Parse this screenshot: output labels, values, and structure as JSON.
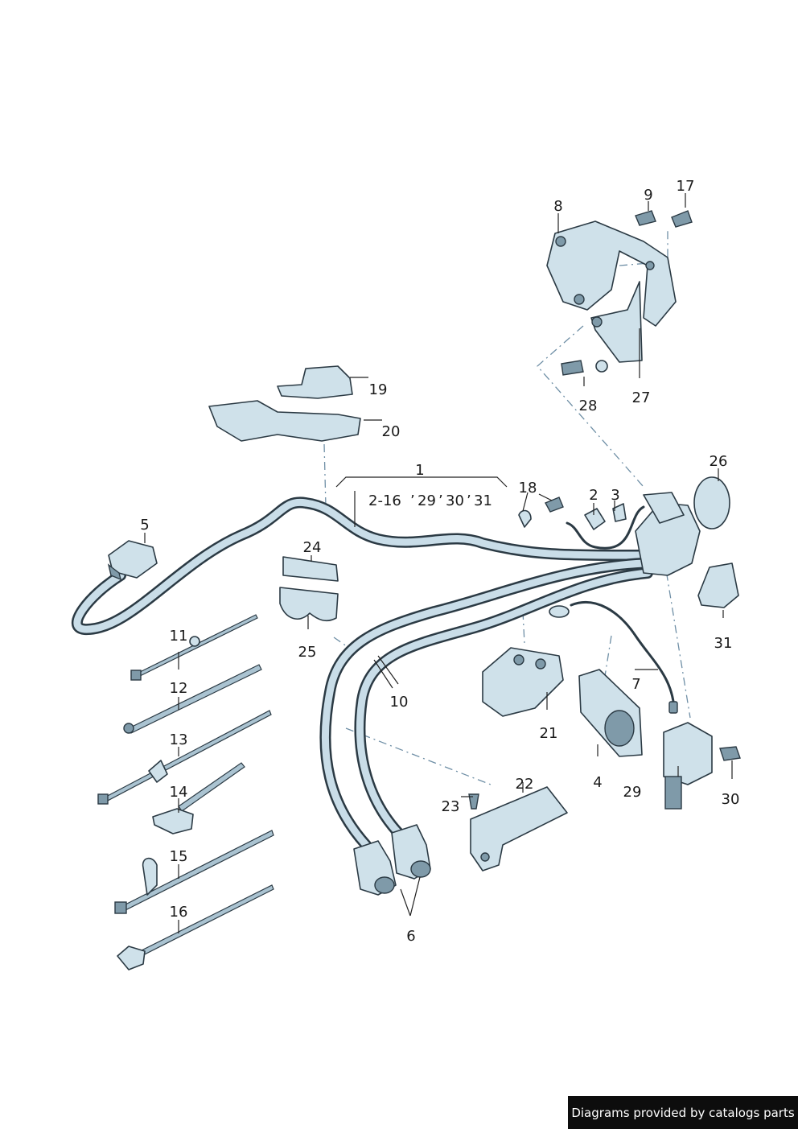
{
  "callouts": {
    "c1": "1",
    "c1_range": "2-16",
    "c1_a": "29",
    "c1_b": "30",
    "c1_c": "31",
    "c2": "2",
    "c3": "3",
    "c4": "4",
    "c5": "5",
    "c6": "6",
    "c7": "7",
    "c8": "8",
    "c9": "9",
    "c10": "10",
    "c11": "11",
    "c12": "12",
    "c13": "13",
    "c14": "14",
    "c15": "15",
    "c16": "16",
    "c17": "17",
    "c18": "18",
    "c19": "19",
    "c20": "20",
    "c21": "21",
    "c22": "22",
    "c23": "23",
    "c24": "24",
    "c25": "25",
    "c26": "26",
    "c27": "27",
    "c28": "28",
    "c29": "29",
    "c30": "30",
    "c31": "31"
  },
  "footer": {
    "text": "Diagrams provided by catalogs parts"
  }
}
